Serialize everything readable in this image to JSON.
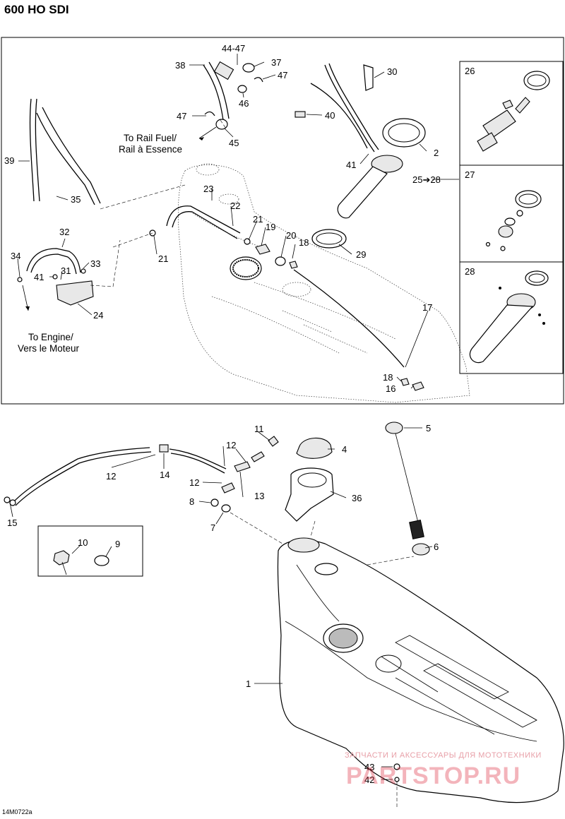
{
  "title": "600 HO SDI",
  "figure_ref": "14M0722a",
  "watermark": {
    "line1": "ЗАПЧАСТИ И АКСЕССУАРЫ ДЛЯ МОТОТЕХНИКИ",
    "line2": "PARTSTOP.RU"
  },
  "notes": {
    "rail_fuel_1": "To Rail Fuel/",
    "rail_fuel_2": "Rail à Essence",
    "engine_1": "To Engine/",
    "engine_2": "Vers le Moteur"
  },
  "callouts": {
    "c44_47": "44-47",
    "c38": "38",
    "c37": "37",
    "c47a": "47",
    "c46": "46",
    "c47b": "47",
    "c45": "45",
    "c30": "30",
    "c40": "40",
    "c2": "2",
    "c41a": "41",
    "c25_28": "25➔28",
    "c29": "29",
    "c39": "39",
    "c35": "35",
    "c23": "23",
    "c22": "22",
    "c21a": "21",
    "c21b": "21",
    "c19": "19",
    "c20": "20",
    "c18a": "18",
    "c32": "32",
    "c34": "34",
    "c41b": "41",
    "c31": "31",
    "c33": "33",
    "c24": "24",
    "c17": "17",
    "c18b": "18",
    "c16": "16",
    "c26": "26",
    "c27": "27",
    "c28": "28",
    "c11": "11",
    "c5": "5",
    "c4": "4",
    "c12a": "12",
    "c12b": "12",
    "c12c": "12",
    "c14": "14",
    "c13": "13",
    "c8": "8",
    "c7": "7",
    "c36": "36",
    "c15": "15",
    "c10": "10",
    "c9": "9",
    "c6": "6",
    "c1": "1",
    "c43": "43",
    "c42": "42"
  }
}
